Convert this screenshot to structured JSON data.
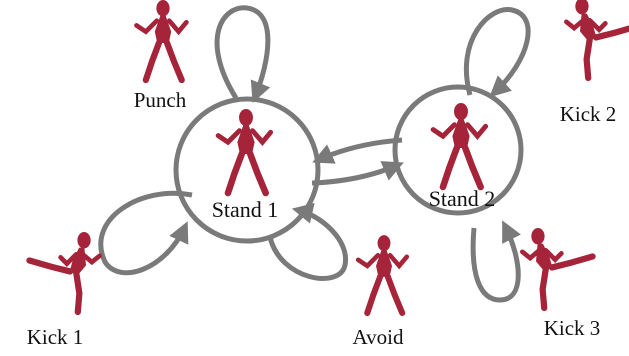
{
  "diagram": {
    "nodes": [
      {
        "id": "stand1",
        "label": "Stand 1"
      },
      {
        "id": "stand2",
        "label": "Stand 2"
      }
    ],
    "moves": [
      {
        "id": "punch",
        "label": "Punch",
        "from": "stand1",
        "to": "stand1"
      },
      {
        "id": "kick1",
        "label": "Kick 1",
        "from": "stand1",
        "to": "stand1"
      },
      {
        "id": "avoid",
        "label": "Avoid",
        "from": "stand1",
        "to": "stand1"
      },
      {
        "id": "kick2",
        "label": "Kick 2",
        "from": "stand2",
        "to": "stand2"
      },
      {
        "id": "kick3",
        "label": "Kick 3",
        "from": "stand2",
        "to": "stand2"
      }
    ],
    "transitions": [
      {
        "from": "stand1",
        "to": "stand2"
      },
      {
        "from": "stand2",
        "to": "stand1"
      }
    ]
  },
  "colors": {
    "edge": "#7a7a7a",
    "figure": "#a5243a",
    "figure_dark": "#6e1424"
  }
}
